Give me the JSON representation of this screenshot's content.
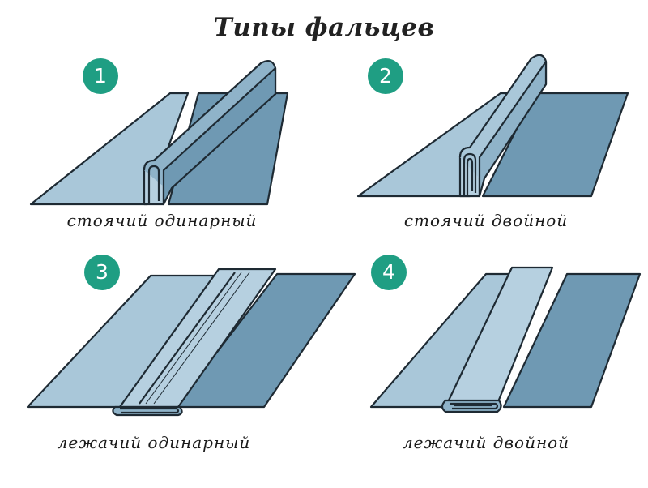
{
  "title": "Типы фальцев",
  "colors": {
    "badge": "#1f9e83",
    "sheet_light": "#a9c7d9",
    "sheet_dark": "#6f99b3",
    "seam_light": "#b6d0e0",
    "outline": "#1e2a33"
  },
  "panels": [
    {
      "number": "1",
      "caption": "стоячий одинарный",
      "type": "standing-single"
    },
    {
      "number": "2",
      "caption": "стоячий двойной",
      "type": "standing-double"
    },
    {
      "number": "3",
      "caption": "лежачий одинарный",
      "type": "lying-single"
    },
    {
      "number": "4",
      "caption": "лежачий двойной",
      "type": "lying-double"
    }
  ]
}
